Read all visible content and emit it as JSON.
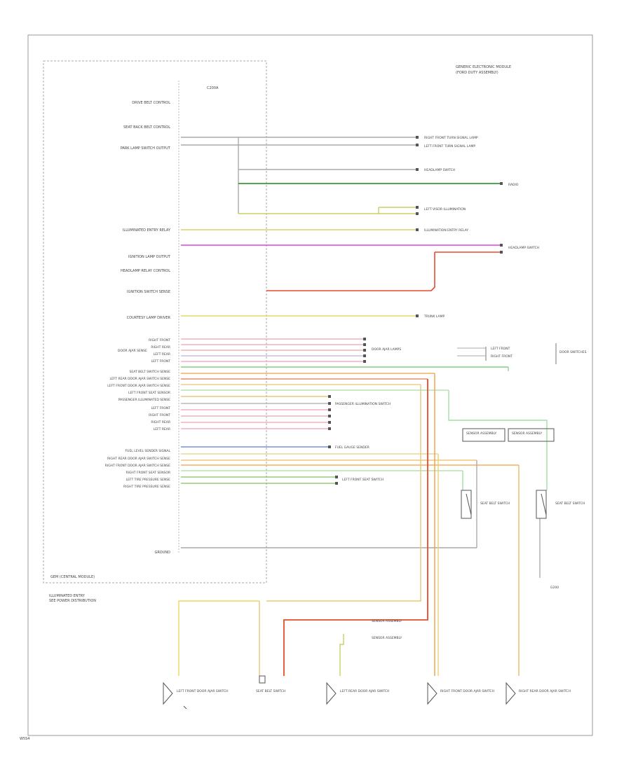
{
  "diagram": {
    "title_lines": [
      "GENERIC ELECTRONIC MODULE",
      "(FORD DUTY ASSEMBLY)"
    ],
    "module_label": "GEM (CENTRAL MODULE)",
    "module_header": "C200A",
    "footer_lines": [
      "ILLUMINATED ENTRY",
      "SEE POWER DISTRIBUTION"
    ],
    "page_code": "W5S4",
    "left_labels": [
      "DRIVE BELT CONTROL",
      "SEAT BACK BELT CONTROL",
      "PARK LAMP SWITCH OUTPUT",
      "ILLUMINATED ENTRY RELAY",
      "IGNITION LAMP OUTPUT",
      "HEADLAMP RELAY CONTROL",
      "IGNITION SWITCH SENSE",
      "COURTESY LAMP DRIVER"
    ],
    "door_labels": [
      "RIGHT FRONT",
      "RIGHT REAR",
      "LEFT REAR",
      "LEFT FRONT"
    ],
    "door_side_label": "DOOR AJAR SENSE",
    "mid_labels": [
      "SEAT BELT SWITCH SENSE",
      "LEFT REAR DOOR AJAR SWITCH SENSE",
      "LEFT FRONT DOOR AJAR SWITCH SENSE",
      "LEFT FRONT SEAT SENSOR",
      "PASSENGER ILLUMINATED SENSE"
    ],
    "door2_labels": [
      "LEFT FRONT",
      "RIGHT FRONT",
      "RIGHT REAR",
      "LEFT REAR"
    ],
    "lower_labels": [
      "FUEL LEVEL SENDER SIGNAL",
      "RIGHT REAR DOOR AJAR SWITCH SENSE",
      "RIGHT FRONT DOOR AJAR SWITCH SENSE",
      "RIGHT FRONT SEAT SENSOR",
      "LEFT TIRE PRESSURE SENSE",
      "RIGHT TIRE PRESSURE SENSE"
    ],
    "ground_label": "GROUND",
    "right_labels": [
      "RIGHT FRONT TURN SIGNAL LAMP",
      "LEFT FRONT TURN SIGNAL LAMP",
      "HEADLAMP SWITCH",
      "RADIO",
      "LEFT VISOR ILLUMINATION",
      "ILLUMINATION ENTRY RELAY",
      "HEADLAMP SWITCH",
      "TRUNK LAMP",
      "DOOR AJAR LAMPS",
      "PASSENGER ILLUMINATION SWITCH",
      "FUEL GAUGE SENDER",
      "LEFT FRONT SEAT SWITCH"
    ],
    "far_right_labels": [
      "LEFT FRONT",
      "RIGHT FRONT",
      "DOOR SWITCHES"
    ],
    "connector_labels": [
      "SENSOR ASSEMBLY",
      "SENSOR ASSEMBLY"
    ],
    "seat_switch_labels": [
      "SEAT BELT SWITCH",
      "SEAT BELT SWITCH"
    ],
    "ground_block_label": "G200",
    "bottom_labels": [
      "LEFT FRONT DOOR AJAR SWITCH",
      "SEAT BELT SWITCH",
      "LEFT REAR DOOR AJAR SWITCH",
      "RIGHT FRONT DOOR AJAR SWITCH",
      "RIGHT REAR DOOR AJAR SWITCH"
    ],
    "mid_bottom_labels": [
      "SENSOR ASSEMBLY",
      "SENSOR ASSEMBLY"
    ]
  },
  "colors": {
    "green": "#3a9a3a",
    "yellow_green": "#c8d060",
    "magenta": "#e040e0",
    "red": "#e84a2a",
    "orange": "#f0a040",
    "yellow": "#e8d860",
    "pink": "#f0a0b0",
    "blue": "#5a7ad8",
    "light_green": "#80e080",
    "tan": "#d8b878",
    "gray": "#999999",
    "dark": "#555555"
  }
}
